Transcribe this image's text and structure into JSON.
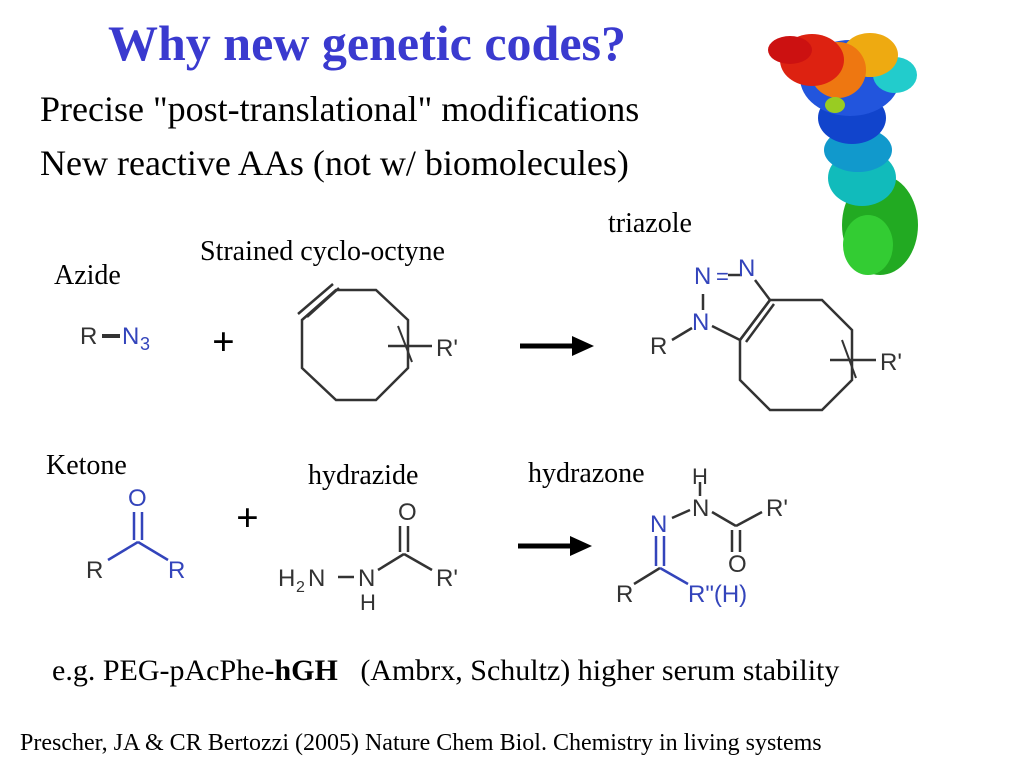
{
  "title": "Why new genetic codes?",
  "bullets": [
    "Precise \"post-translational\" modifications",
    "New reactive AAs (not w/ biomolecules)"
  ],
  "labels": {
    "triazole": "triazole",
    "cyclooctyne": "Strained cyclo-octyne",
    "azide": "Azide",
    "ketone": "Ketone",
    "hydrazide": "hydrazide",
    "hydrazone": "hydrazone"
  },
  "plus": "+",
  "structures": {
    "azide_r": "R",
    "azide_n": "N",
    "azide_sub": "3",
    "cyclooctyne_r": "R'",
    "triazole_r": "R",
    "triazole_r2": "R'",
    "triazole_n1": "N",
    "triazole_n2": "N",
    "triazole_n3": "N",
    "triazole_eq": "=",
    "ketone_o": "O",
    "ketone_r1": "R",
    "ketone_r2": "R",
    "hydrazide_h2n": "H",
    "hydrazide_sub": "2",
    "hydrazide_n1": "N",
    "hydrazide_n2": "N",
    "hydrazide_h": "H",
    "hydrazide_o": "O",
    "hydrazide_r": "R'",
    "hydrazone_h": "H",
    "hydrazone_n1": "N",
    "hydrazone_n2": "N",
    "hydrazone_o": "O",
    "hydrazone_r1": "R'",
    "hydrazone_r2": "R",
    "hydrazone_r3": "R\"(H)"
  },
  "example": {
    "prefix": "e.g. PEG-pAcPhe-",
    "bold": "hGH",
    "suffix": "   (Ambrx, Schultz) higher serum stability"
  },
  "citation": "Prescher, JA & CR Bertozzi (2005) Nature Chem Biol. Chemistry in living systems",
  "colors": {
    "title": "#3a3acf",
    "reagent_blue": "#3344bb",
    "bond": "#333333"
  },
  "icons": [
    "protein-structure-image",
    "reaction-arrow-icon"
  ]
}
